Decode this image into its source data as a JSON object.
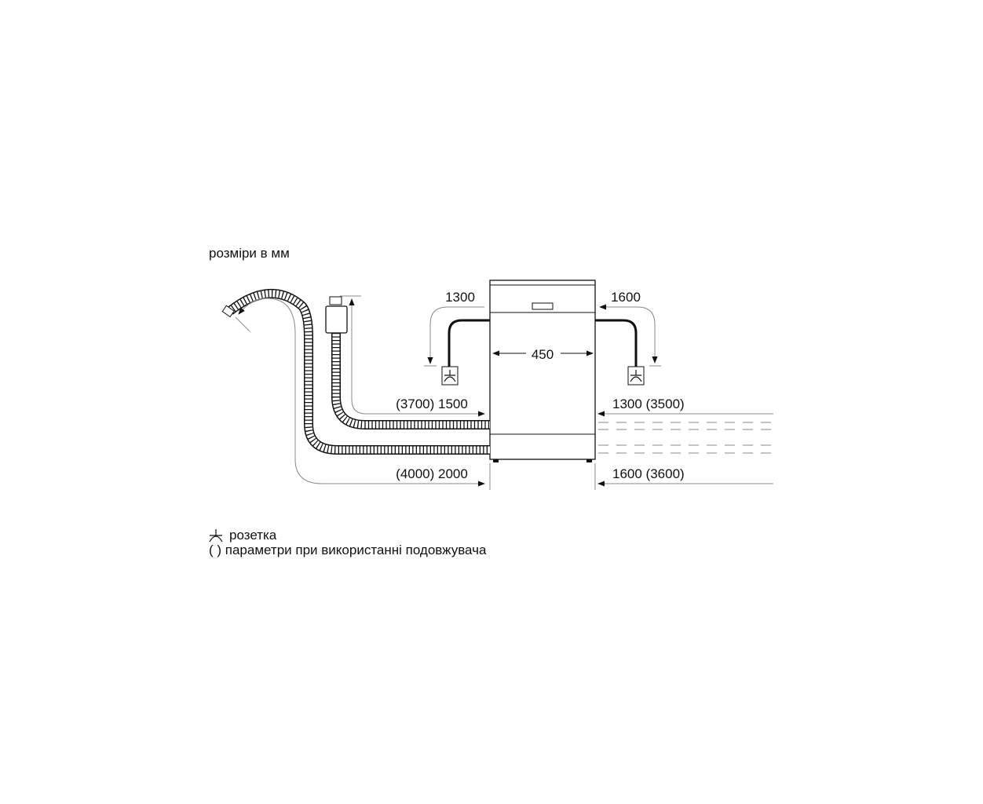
{
  "title": "розміри в мм",
  "dimensions": {
    "left_top": "1300",
    "right_top": "1600",
    "width": "450",
    "inlet_left": "(3700) 1500",
    "drain_left": "(4000) 2000",
    "inlet_right": "1300 (3500)",
    "drain_right": "1600 (3600)"
  },
  "legend": {
    "socket": "розетка",
    "brackets": "( ) параметри при використанні подовжувача"
  },
  "colors": {
    "line": "#111111",
    "dimension_line": "#888888"
  }
}
